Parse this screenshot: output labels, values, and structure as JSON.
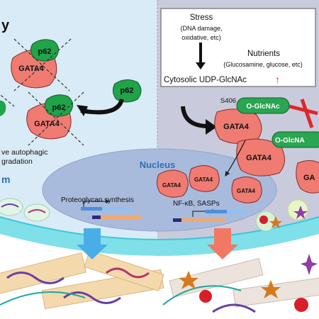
{
  "left_panel": {
    "corner_letter": "y",
    "caption_line1": "ve autophagic",
    "caption_line2": "gradation",
    "edge_label": "m"
  },
  "stress_box": {
    "title": "Stress",
    "line1": "(DNA damage,",
    "line2": "oxidative, etc)",
    "nutrients_title": "Nutrients",
    "nutrients_detail": "(Glucosamine, glucose, etc)",
    "result": "Cytosolic UDP-GlcNAc",
    "up_arrow": "↑"
  },
  "labels": {
    "p62": "p62",
    "gata4": "GATA4",
    "ogl": "O-GlcNAc",
    "ogl_cut": "O-GlcNA",
    "site": "S406",
    "nucleus": "Nucleus",
    "proteoglycan": "Proteoglycan synthesis",
    "nfkb": "NF-κB, SASPs"
  },
  "colors": {
    "left_bg": "#d9ebf6",
    "right_bg": "#c9cbdc",
    "nucleus": "#9fb3d6",
    "gata4": "#ef7b72",
    "p62": "#21a34a",
    "ogl": "#2aa551",
    "membrane": "#67d8e6",
    "inhibit": "#e0262a"
  }
}
